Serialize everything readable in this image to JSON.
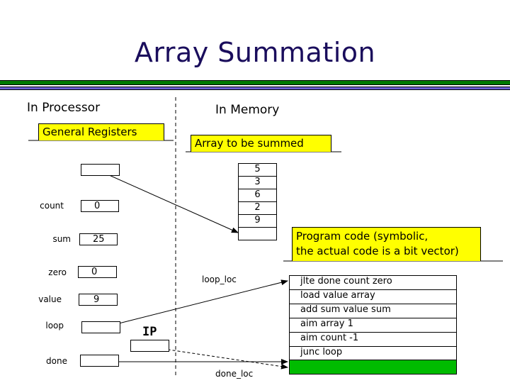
{
  "title": "Array Summation",
  "colors": {
    "title": "#1a0d5c",
    "bar_green": "#007a00",
    "bar_purple": "#6b5fd1",
    "callout_fill": "#ffff00",
    "done_cell_fill": "#00bb00"
  },
  "processor": {
    "heading": "In Processor",
    "callout": "General Registers",
    "registers": [
      {
        "label": "",
        "value": ""
      },
      {
        "label": "count",
        "value": "0"
      },
      {
        "label": "sum",
        "value": "25"
      },
      {
        "label": "zero",
        "value": "0"
      },
      {
        "label": "value",
        "value": "9"
      },
      {
        "label": "loop",
        "value": ""
      },
      {
        "label": "done",
        "value": ""
      }
    ],
    "ip_label": "IP"
  },
  "memory": {
    "heading": "In Memory",
    "callout": "Array to be summed",
    "array": [
      "5",
      "3",
      "6",
      "2",
      "9",
      ""
    ],
    "code_callout_line1": "Program code (symbolic,",
    "code_callout_line2": "the actual code is a bit vector)",
    "loop_loc_label": "loop_loc",
    "done_loc_label": "done_loc",
    "code": [
      "jlte done count zero",
      "load value array",
      "add sum value sum",
      "aim array 1",
      "aim count -1",
      "junc loop",
      ""
    ]
  }
}
